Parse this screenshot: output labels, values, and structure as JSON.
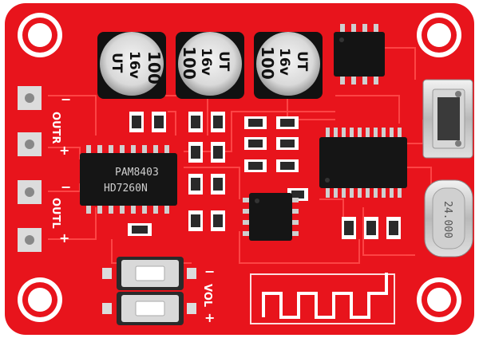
{
  "board": {
    "pcb_color": "#e8141c",
    "trace_color": "#ff4a4a",
    "silk_color": "#ffffff"
  },
  "capacitors": [
    {
      "value": "100",
      "voltage": "16v",
      "brand": "UT"
    },
    {
      "value": "100",
      "voltage": "16v",
      "brand": "UT"
    },
    {
      "value": "100",
      "voltage": "16v",
      "brand": "UT"
    }
  ],
  "terminals": {
    "outr_label": "OUTR",
    "outl_label": "OUTL",
    "minus": "−",
    "plus": "+"
  },
  "amp_chip": {
    "line1": "PAM8403",
    "line2": "HD7260N"
  },
  "vol": {
    "label": "VOL",
    "minus": "−",
    "plus": "+"
  },
  "crystal": {
    "marking": "24.000"
  },
  "icons": [
    "mounting-hole-icon",
    "usb-port-icon",
    "antenna-icon",
    "crystal-icon"
  ]
}
